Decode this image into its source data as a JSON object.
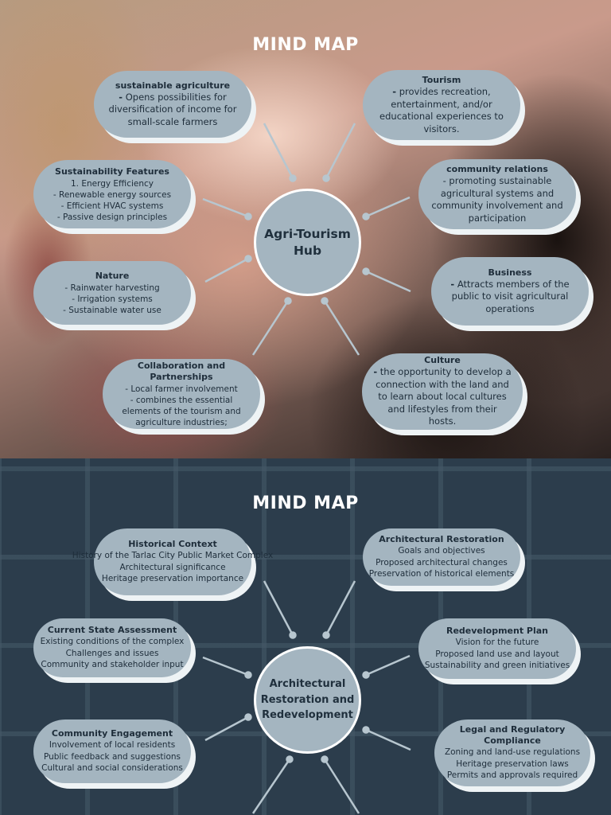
{
  "map1": {
    "title": "MIND MAP",
    "hub": "Agri-Tourism Hub",
    "nodes": {
      "sustainable_agriculture": {
        "title": "sustainable agriculture",
        "dash": "-",
        "body": "Opens possibilities for diversification of income for small-scale farmers"
      },
      "tourism": {
        "title": "Tourism",
        "dash": "-",
        "body": "provides recreation, entertainment, and/or educational experiences to visitors."
      },
      "sustainability_features": {
        "title": "Sustainability Features",
        "lines": [
          "1. Energy Efficiency",
          "- Renewable energy sources",
          "- Efficient HVAC systems",
          "- Passive design principles"
        ]
      },
      "community_relations": {
        "title": "community relations",
        "body": "- promoting sustainable agricultural systems and community involvement and participation"
      },
      "nature": {
        "title": "Nature",
        "lines": [
          "- Rainwater harvesting",
          "- Irrigation systems",
          "- Sustainable water use"
        ]
      },
      "business": {
        "title": "Business",
        "dash": "-",
        "body": "Attracts members of the public to visit agricultural operations"
      },
      "collaboration": {
        "title": "Collaboration and Partnerships",
        "lines": [
          "- Local farmer involvement",
          "- combines the essential elements of the tourism and agriculture industries;"
        ]
      },
      "culture": {
        "title": "Culture",
        "dash": "-",
        "body": "the opportunity to develop a connection with the land and to learn about local cultures and lifestyles from their hosts."
      }
    }
  },
  "map2": {
    "title": "MIND MAP",
    "hub": "Architectural Restoration and Redevelopment",
    "nodes": {
      "historical_context": {
        "title": "Historical Context",
        "items": [
          "History of the Tarlac City Public Market Complex",
          "Architectural significance",
          "Heritage preservation importance"
        ]
      },
      "architectural_restoration": {
        "title": "Architectural Restoration",
        "items": [
          "Goals and objectives",
          "Proposed architectural changes",
          "Preservation of historical elements"
        ]
      },
      "current_state": {
        "title": "Current State Assessment",
        "items": [
          "Existing conditions of the complex",
          "Challenges and issues",
          "Community and stakeholder input"
        ]
      },
      "redevelopment_plan": {
        "title": "Redevelopment Plan",
        "items": [
          "Vision for the future",
          "Proposed land use and layout",
          "Sustainability and green initiatives"
        ]
      },
      "community_engagement": {
        "title": "Community Engagement",
        "items": [
          "Involvement of local residents",
          "Public feedback and suggestions",
          "Cultural and social considerations"
        ]
      },
      "legal_compliance": {
        "title": "Legal and Regulatory Compliance",
        "items": [
          "Zoning and land-use regulations",
          "Heritage preservation laws",
          "Permits and approvals required"
        ]
      }
    }
  },
  "colors": {
    "bubble": "#a4b5c0",
    "bubble_shadow": "#eef3f5",
    "text": "#1e2d3a",
    "title": "#ffffff",
    "bottom_bg": "#2c3d4c",
    "connector": "#b7c6cf"
  }
}
